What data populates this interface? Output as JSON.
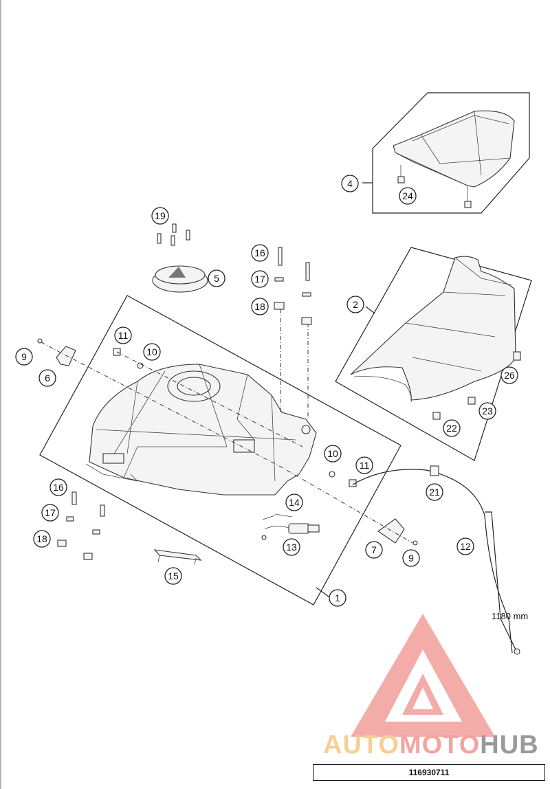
{
  "callouts": {
    "c1": "1",
    "c2": "2",
    "c4": "4",
    "c5": "5",
    "c6": "6",
    "c7": "7",
    "c9a": "9",
    "c9b": "9",
    "c10a": "10",
    "c10b": "10",
    "c11a": "11",
    "c11b": "11",
    "c12": "12",
    "c13": "13",
    "c14": "14",
    "c15": "15",
    "c16a": "16",
    "c16b": "16",
    "c17a": "17",
    "c17b": "17",
    "c18a": "18",
    "c18b": "18",
    "c19": "19",
    "c21": "21",
    "c22": "22",
    "c23": "23",
    "c24": "24",
    "c26": "26"
  },
  "hose_length": "1180 mm",
  "watermark": {
    "part1": "AUTO",
    "part2": "MOTO",
    "part3": "HUB",
    "color_primary": "#f3a4a0",
    "color_secondary": "#f6cf96",
    "color_tertiary": "#9a9a9a"
  },
  "drawing_number": "116930711"
}
